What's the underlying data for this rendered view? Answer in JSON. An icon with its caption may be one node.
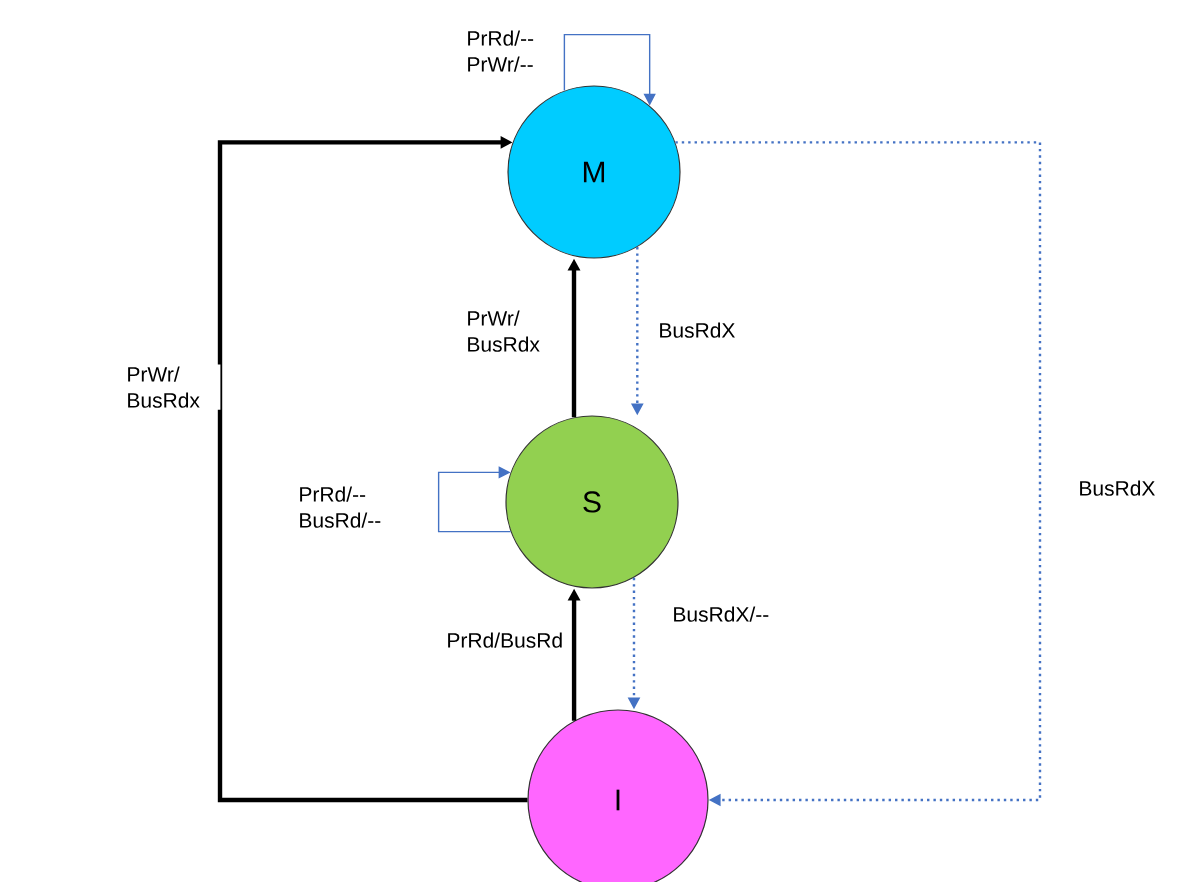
{
  "diagram": {
    "nodes": [
      {
        "text": [
          "M"
        ]
      },
      {
        "text": [
          "S"
        ]
      },
      {
        "text": [
          "I"
        ]
      }
    ],
    "edges": [
      {
        "from": 0,
        "to": 0,
        "arrow": "to",
        "label": "PrRd/-- PrWr/--",
        "color": "#4472c4"
      },
      {
        "from": 1,
        "to": 0,
        "arrow": "to",
        "label": "PrWr/ BusRdx",
        "color": "#000000"
      },
      {
        "from": 0,
        "to": 1,
        "arrow": "to",
        "label": "BusRdX",
        "style": "dashed",
        "color": "#4472c4"
      },
      {
        "from": 2,
        "to": 0,
        "arrow": "to",
        "label": "PrWr/ BusRdx",
        "color": "#000000"
      },
      {
        "from": 0,
        "to": 2,
        "arrow": "to",
        "label": "BusRdX",
        "style": "dashed",
        "color": "#4472c4"
      },
      {
        "from": 1,
        "to": 1,
        "arrow": "to",
        "label": "PrRd/-- BusRd/--",
        "color": "#4472c4"
      },
      {
        "from": 2,
        "to": 1,
        "arrow": "to",
        "label": "PrRd/BusRd",
        "color": "#000000"
      },
      {
        "from": 1,
        "to": 2,
        "arrow": "to",
        "label": "BusRdX/--",
        "style": "dashed",
        "color": "#4472c4"
      }
    ]
  }
}
